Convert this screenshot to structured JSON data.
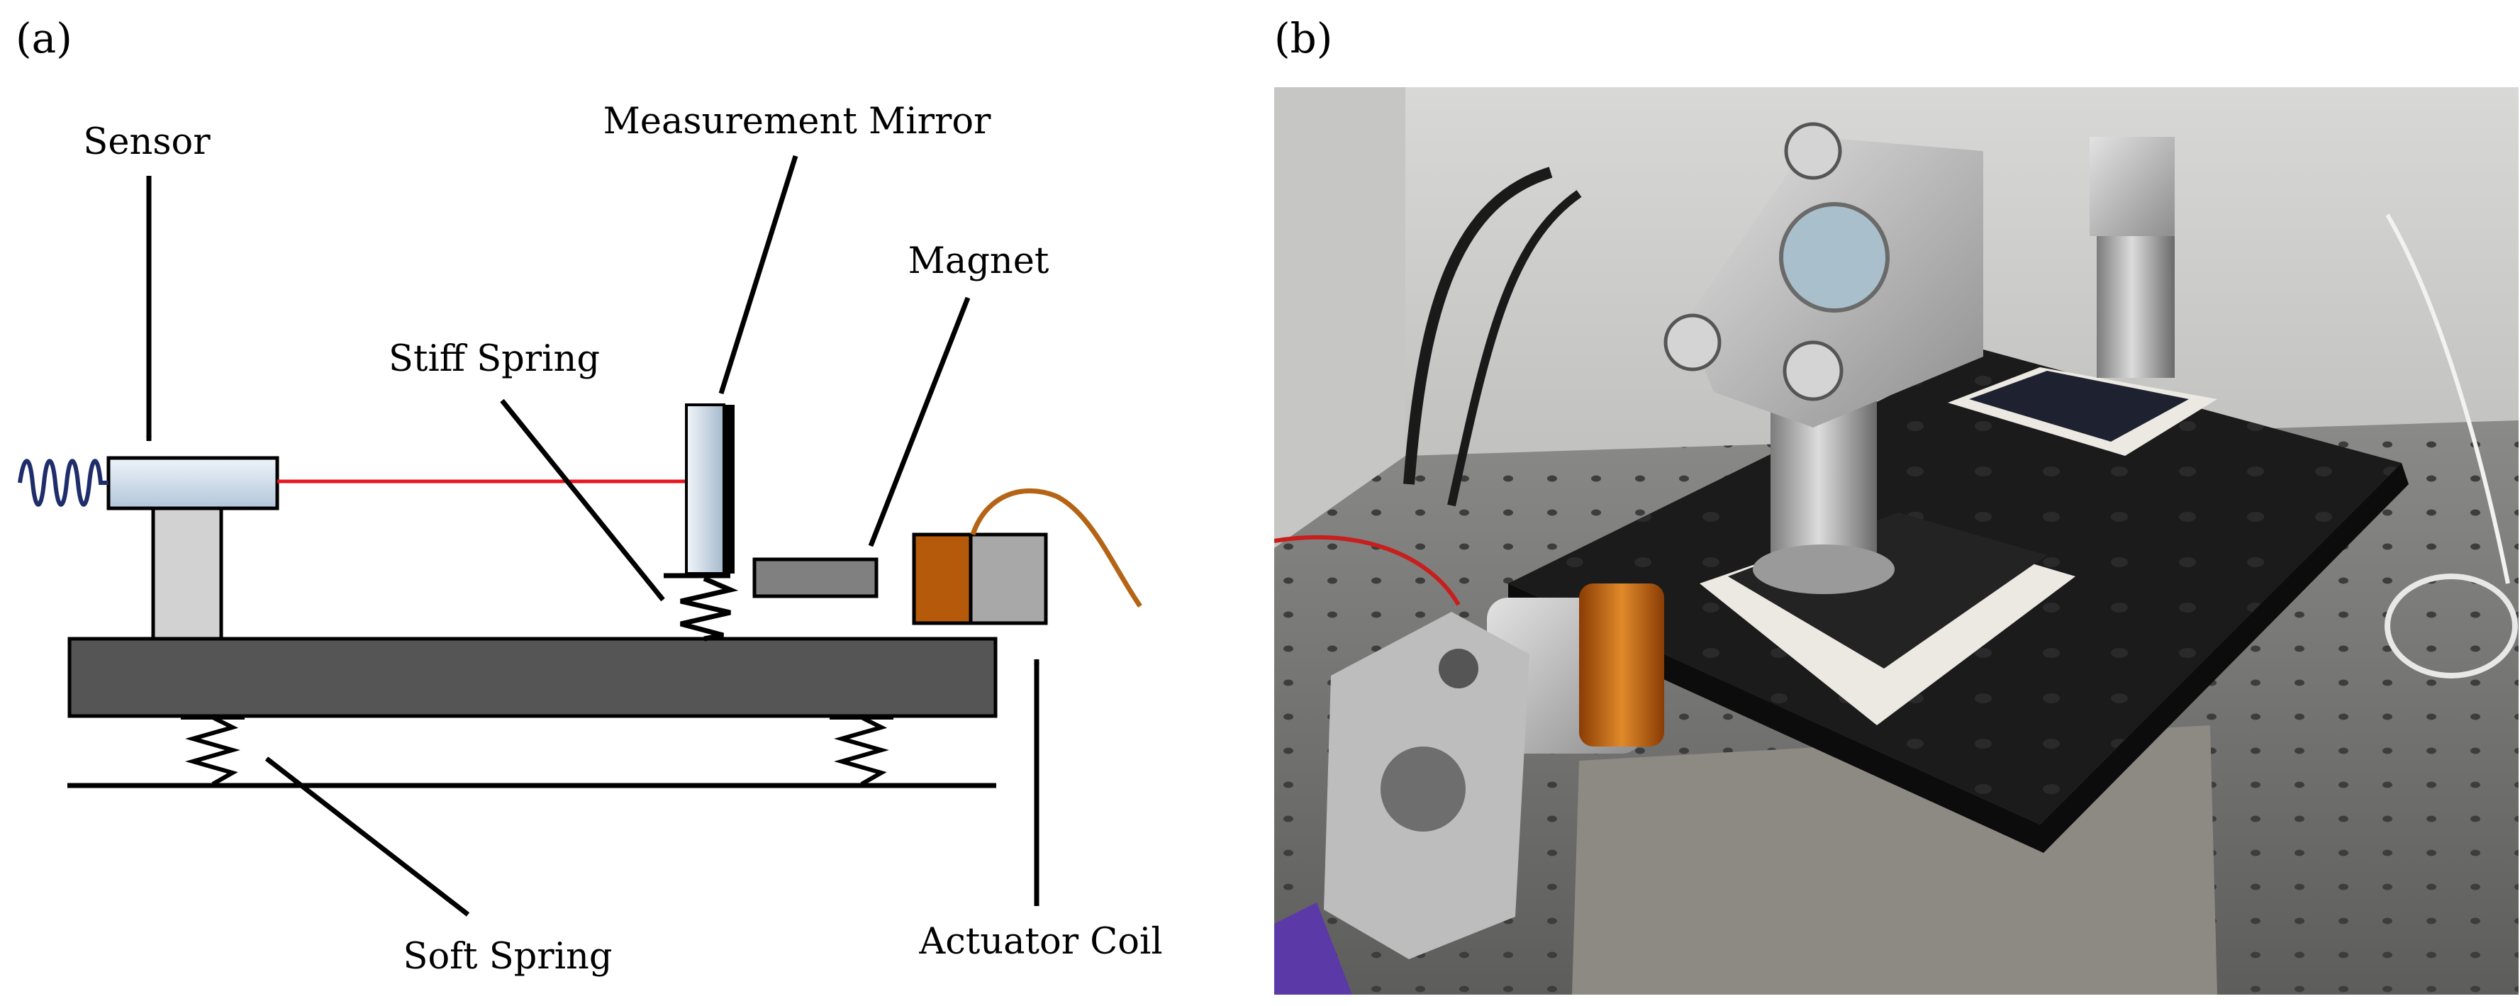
{
  "panel_a": {
    "tag": "(a)",
    "labels": {
      "sensor": "Sensor",
      "measurement_mirror": "Measurement Mirror",
      "magnet": "Magnet",
      "stiff_spring": "Stiff Spring",
      "soft_spring": "Soft Spring",
      "actuator_coil": "Actuator Coil"
    },
    "colors": {
      "laser_beam": "#e8141e",
      "platform": "#555555",
      "coil_copper": "#b45a0a",
      "coil_body": "#a8a8a8",
      "sensor_body": "#c8d8e6",
      "cable_spring": "#1f2d6a",
      "wire": "#b46414"
    }
  },
  "panel_b": {
    "tag": "(b)",
    "icon": "photo-of-experimental-setup"
  }
}
